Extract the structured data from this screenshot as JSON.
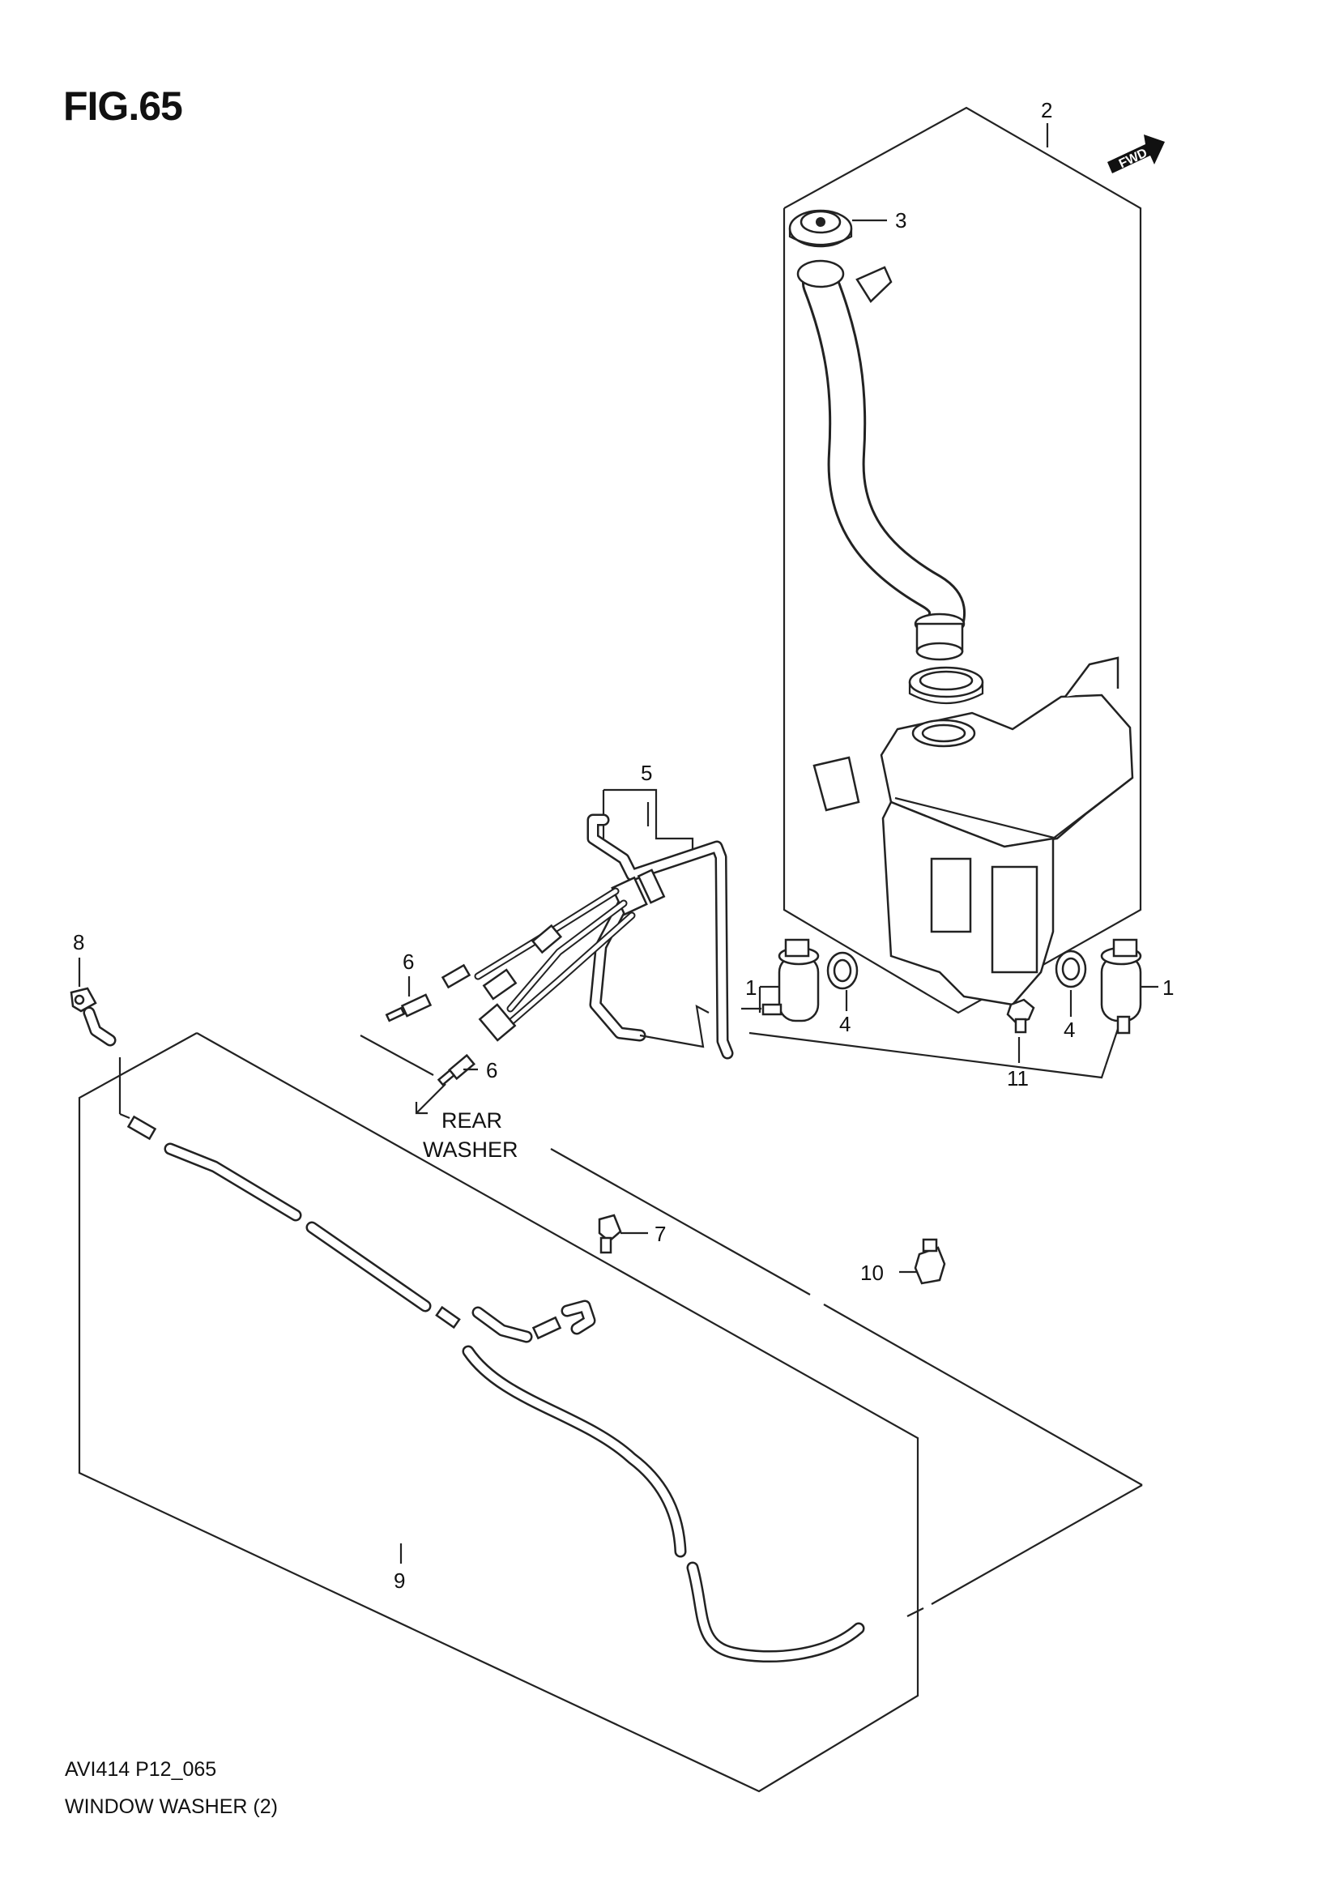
{
  "figure": {
    "title": "FIG.65",
    "code": "AVI414 P12_065",
    "caption": "WINDOW WASHER (2)"
  },
  "orientation": {
    "label": "FWD"
  },
  "notes": {
    "rear_washer_line1": "REAR",
    "rear_washer_line2": "WASHER"
  },
  "callouts": {
    "c1_left": "1",
    "c1_right": "1",
    "c2": "2",
    "c3": "3",
    "c4_left": "4",
    "c4_right": "4",
    "c5": "5",
    "c6_upper": "6",
    "c6_lower": "6",
    "c7": "7",
    "c8": "8",
    "c9": "9",
    "c10": "10",
    "c11": "11"
  }
}
